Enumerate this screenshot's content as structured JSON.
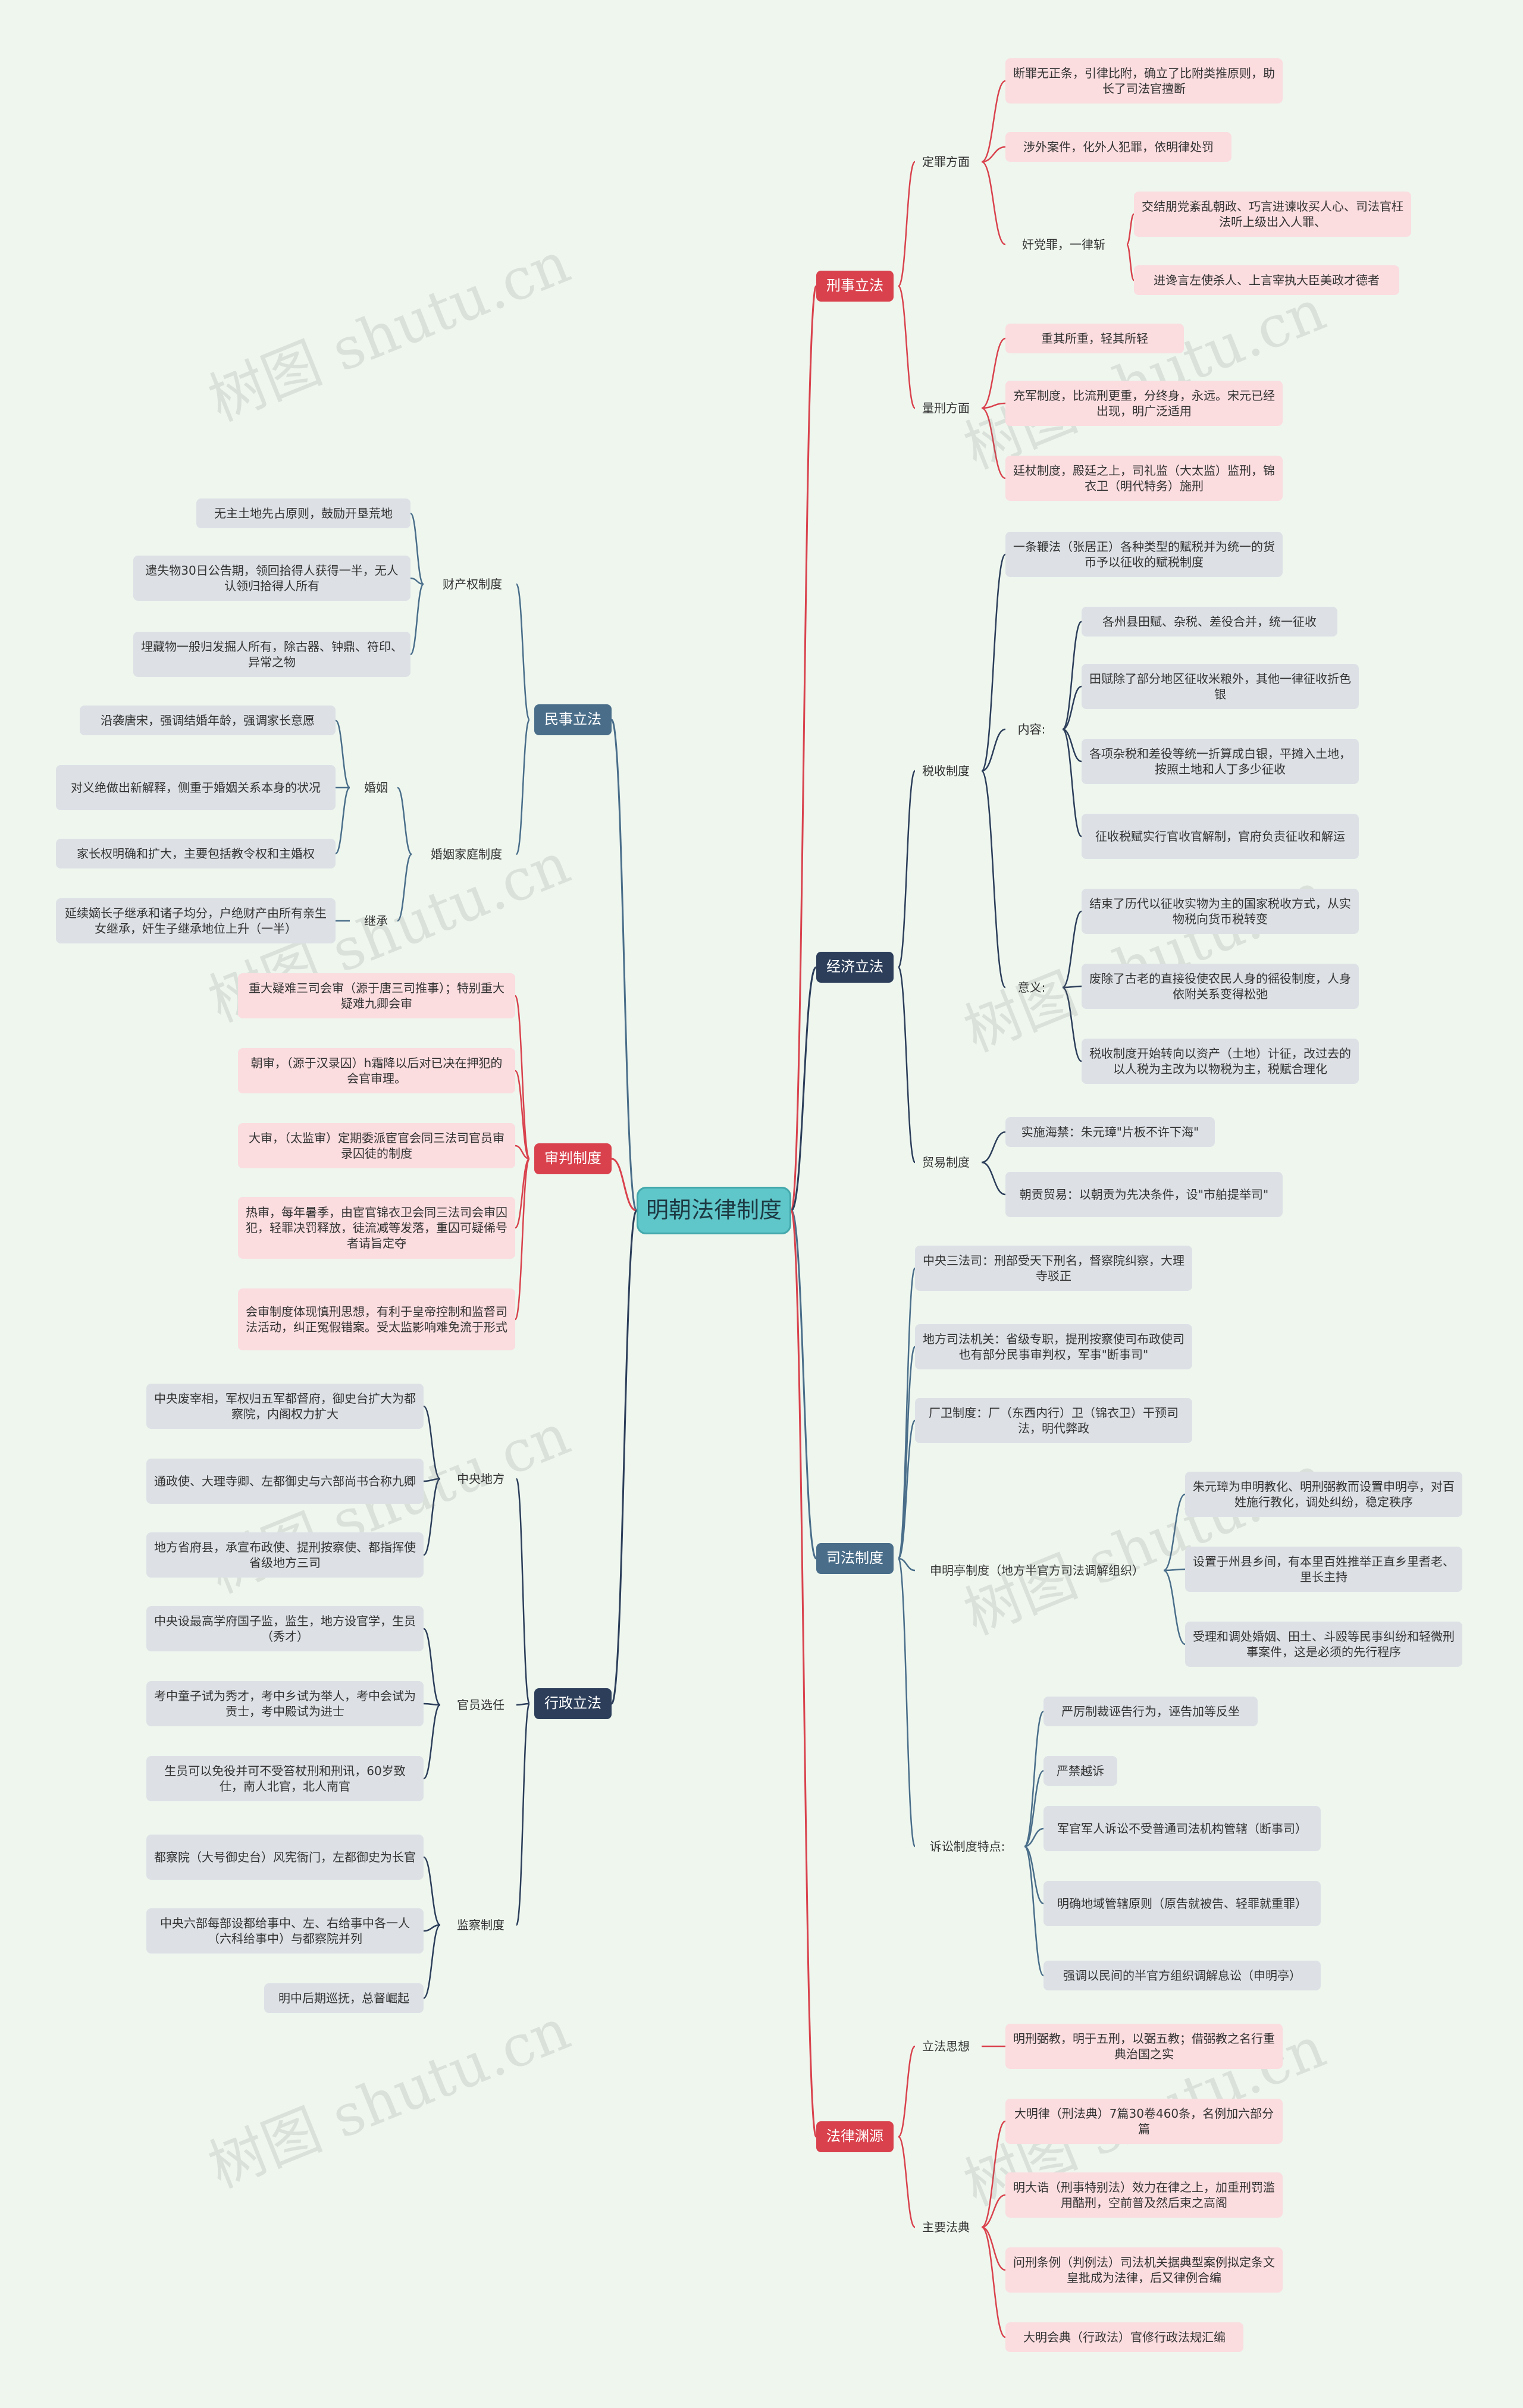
{
  "root": "明朝法律制度",
  "watermark": "树图 shutu.cn",
  "colors": {
    "red": "#d9424d",
    "navy": "#2c3e5a",
    "steel": "#4a6e8a",
    "pink_leaf": "#fbdcdf",
    "gray_leaf": "#dde1e6",
    "background": "#eef6ee"
  },
  "right": [
    {
      "label": "刑事立法",
      "color": "red",
      "children": [
        {
          "label": "定罪方面",
          "children": [
            {
              "label": "断罪无正条，引律比附，确立了比附类推原则，助长了司法官擅断"
            },
            {
              "label": "涉外案件，化外人犯罪，依明律处罚"
            },
            {
              "label": "奸党罪，一律斩",
              "children": [
                {
                  "label": "交结朋党紊乱朝政、巧言进谏收买人心、司法官枉法听上级出入人罪、"
                },
                {
                  "label": "进谗言左使杀人、上言宰执大臣美政才德者"
                }
              ]
            }
          ]
        },
        {
          "label": "量刑方面",
          "children": [
            {
              "label": "重其所重，轻其所轻"
            },
            {
              "label": "充军制度，比流刑更重，分终身，永远。宋元已经出现，明广泛适用"
            },
            {
              "label": "廷杖制度，殿廷之上，司礼监（大太监）监刑，锦衣卫（明代特务）施刑"
            }
          ]
        }
      ]
    },
    {
      "label": "经济立法",
      "color": "navy",
      "children": [
        {
          "label": "税收制度",
          "children": [
            {
              "label": "一条鞭法（张居正）各种类型的赋税并为统一的货币予以征收的赋税制度"
            },
            {
              "label": "内容:",
              "children": [
                {
                  "label": "各州县田赋、杂税、差役合并，统一征收"
                },
                {
                  "label": "田赋除了部分地区征收米粮外，其他一律征收折色银"
                },
                {
                  "label": "各项杂税和差役等统一折算成白银，平摊入土地，按照土地和人丁多少征收"
                },
                {
                  "label": "征收税赋实行官收官解制，官府负责征收和解运"
                }
              ]
            },
            {
              "label": "意义:",
              "children": [
                {
                  "label": "结束了历代以征收实物为主的国家税收方式，从实物税向货币税转变"
                },
                {
                  "label": "废除了古老的直接役使农民人身的徭役制度，人身依附关系变得松弛"
                },
                {
                  "label": "税收制度开始转向以资产（土地）计征，改过去的以人税为主改为以物税为主，税赋合理化"
                }
              ]
            }
          ]
        },
        {
          "label": "贸易制度",
          "children": [
            {
              "label": "实施海禁：朱元璋\"片板不许下海\""
            },
            {
              "label": "朝贡贸易：以朝贡为先决条件，设\"市舶提举司\""
            }
          ]
        }
      ]
    },
    {
      "label": "司法制度",
      "color": "steel",
      "children": [
        {
          "label": "中央三法司：刑部受天下刑名，督察院纠察，大理寺驳正"
        },
        {
          "label": "地方司法机关：省级专职，提刑按察使司布政使司也有部分民事审判权，军事\"断事司\""
        },
        {
          "label": "厂卫制度：厂（东西内行）卫（锦衣卫）干预司法，明代弊政"
        },
        {
          "label": "申明亭制度（地方半官方司法调解组织）",
          "children": [
            {
              "label": "朱元璋为申明教化、明刑弼教而设置申明亭，对百姓施行教化，调处纠纷，稳定秩序"
            },
            {
              "label": "设置于州县乡间，有本里百姓推举正直乡里耆老、里长主持"
            },
            {
              "label": "受理和调处婚姻、田土、斗殴等民事纠纷和轻微刑事案件，这是必须的先行程序"
            }
          ]
        },
        {
          "label": "诉讼制度特点:",
          "children": [
            {
              "label": "严厉制裁诬告行为，诬告加等反坐"
            },
            {
              "label": "严禁越诉"
            },
            {
              "label": "军官军人诉讼不受普通司法机构管辖（断事司）"
            },
            {
              "label": "明确地域管辖原则（原告就被告、轻罪就重罪）"
            },
            {
              "label": "强调以民间的半官方组织调解息讼（申明亭）"
            }
          ]
        }
      ]
    },
    {
      "label": "法律渊源",
      "color": "red",
      "children": [
        {
          "label": "立法思想",
          "children": [
            {
              "label": "明刑弼教，明于五刑，以弼五教；借弼教之名行重典治国之实"
            }
          ]
        },
        {
          "label": "主要法典",
          "children": [
            {
              "label": "大明律（刑法典）7篇30卷460条，名例加六部分篇"
            },
            {
              "label": "明大诰（刑事特别法）效力在律之上，加重刑罚滥用酷刑，空前普及然后束之高阁"
            },
            {
              "label": "问刑条例（判例法）司法机关据典型案例拟定条文皇批成为法律，后又律例合编"
            },
            {
              "label": "大明会典（行政法）官修行政法规汇编"
            }
          ]
        }
      ]
    }
  ],
  "left": [
    {
      "label": "民事立法",
      "color": "steel",
      "children": [
        {
          "label": "财产权制度",
          "children": [
            {
              "label": "无主土地先占原则，鼓励开垦荒地"
            },
            {
              "label": "遗失物30日公告期，领回拾得人获得一半，无人认领归拾得人所有"
            },
            {
              "label": "埋藏物一般归发掘人所有，除古器、钟鼎、符印、异常之物"
            }
          ]
        },
        {
          "label": "婚姻家庭制度",
          "children": [
            {
              "label": "婚姻",
              "children": [
                {
                  "label": "沿袭唐宋，强调结婚年龄，强调家长意愿"
                },
                {
                  "label": "对义绝做出新解释，侧重于婚姻关系本身的状况"
                },
                {
                  "label": "家长权明确和扩大，主要包括教令权和主婚权"
                }
              ]
            },
            {
              "label": "继承",
              "children": [
                {
                  "label": "延续嫡长子继承和诸子均分，户绝财产由所有亲生女继承，奸生子继承地位上升（一半）"
                }
              ]
            }
          ]
        }
      ]
    },
    {
      "label": "审判制度",
      "color": "red",
      "children": [
        {
          "label": "重大疑难三司会审（源于唐三司推事）；特别重大疑难九卿会审"
        },
        {
          "label": "朝审，（源于汉录囚）h霜降以后对已决在押犯的会官审理。"
        },
        {
          "label": "大审，（太监审）定期委派宦官会同三法司官员审录囚徒的制度"
        },
        {
          "label": "热审，每年暑季，由宦官锦衣卫会同三法司会审囚犯，轻罪决罚释放，徒流减等发落，重囚可疑俙号者请旨定夺"
        },
        {
          "label": "会审制度体现慎刑思想，有利于皇帝控制和监督司法活动，纠正冤假错案。受太监影响难免流于形式"
        }
      ]
    },
    {
      "label": "行政立法",
      "color": "navy",
      "children": [
        {
          "label": "中央地方",
          "children": [
            {
              "label": "中央废宰相，军权归五军都督府，御史台扩大为都察院，内阁权力扩大"
            },
            {
              "label": "通政使、大理寺卿、左都御史与六部尚书合称九卿"
            },
            {
              "label": "地方省府县，承宣布政使、提刑按察使、都指挥使 省级地方三司"
            }
          ]
        },
        {
          "label": "官员选任",
          "children": [
            {
              "label": "中央设最高学府国子监，监生，地方设官学，生员（秀才）"
            },
            {
              "label": "考中童子试为秀才，考中乡试为举人，考中会试为贡士，考中殿试为进士"
            },
            {
              "label": "生员可以免役并可不受笞杖刑和刑讯，60岁致仕，南人北官，北人南官"
            }
          ]
        },
        {
          "label": "监察制度",
          "children": [
            {
              "label": "都察院（大号御史台）风宪衙门，左都御史为长官"
            },
            {
              "label": "中央六部每部设都给事中、左、右给事中各一人（六科给事中）与都察院并列"
            },
            {
              "label": "明中后期巡抚，总督崛起"
            }
          ]
        }
      ]
    }
  ]
}
